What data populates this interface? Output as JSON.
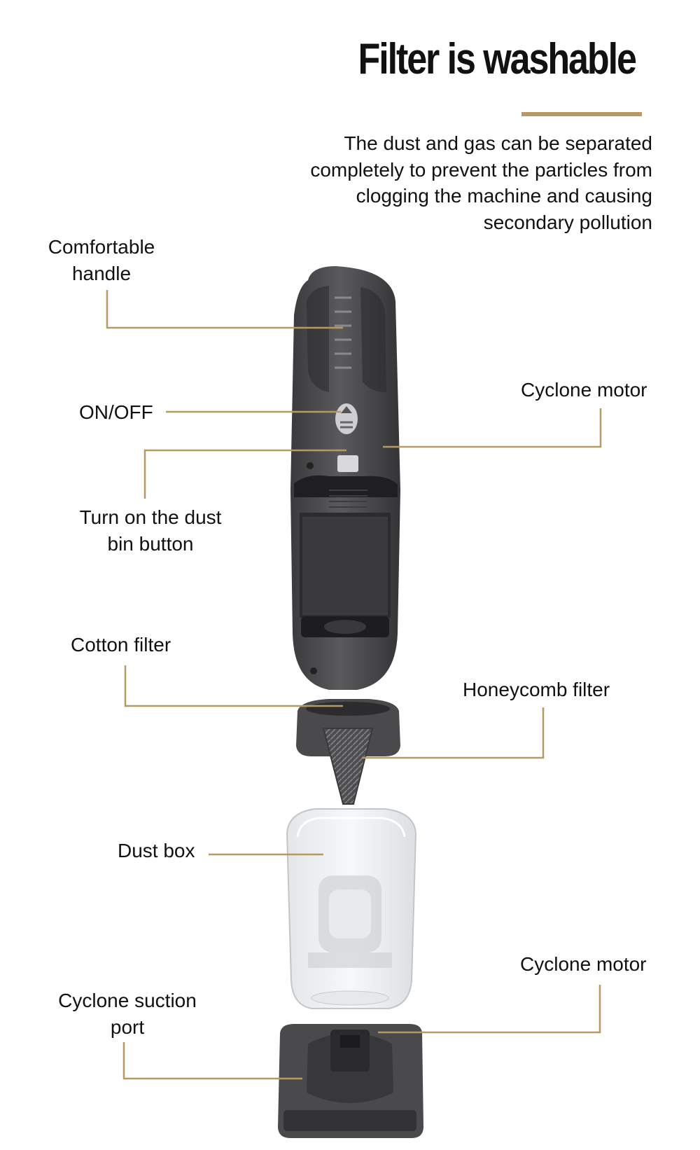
{
  "header": {
    "title": "Filter is washable",
    "description": "The dust and gas can be separated completely to prevent the particles from clogging the machine and causing secondary pollution"
  },
  "labels": {
    "comfortable_handle_1": "Comfortable",
    "comfortable_handle_2": "handle",
    "on_off": "ON/OFF",
    "dust_bin_button_1": "Turn on the dust",
    "dust_bin_button_2": "bin button",
    "cotton_filter": "Cotton filter",
    "dust_box": "Dust box",
    "cyclone_suction_port_1": "Cyclone suction",
    "cyclone_suction_port_2": "port",
    "cyclone_motor_top": "Cyclone motor",
    "honeycomb_filter": "Honeycomb filter",
    "cyclone_motor_bottom": "Cyclone motor"
  },
  "colors": {
    "accent_gold": "#b59a63",
    "device_dark": "#4a4a4c",
    "device_darker": "#2e2e30"
  }
}
